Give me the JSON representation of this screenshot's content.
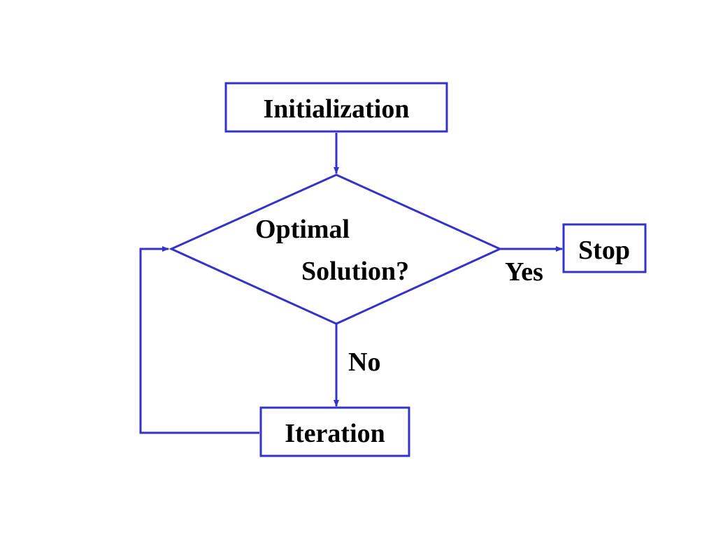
{
  "colors": {
    "line": "#3333cc",
    "text": "#000000",
    "background": "#ffffff"
  },
  "nodes": {
    "initialization": {
      "label": "Initialization"
    },
    "decision": {
      "line1": "Optimal",
      "line2": "Solution?"
    },
    "stop": {
      "label": "Stop"
    },
    "iteration": {
      "label": "Iteration"
    }
  },
  "edges": {
    "yes_label": "Yes",
    "no_label": "No"
  }
}
